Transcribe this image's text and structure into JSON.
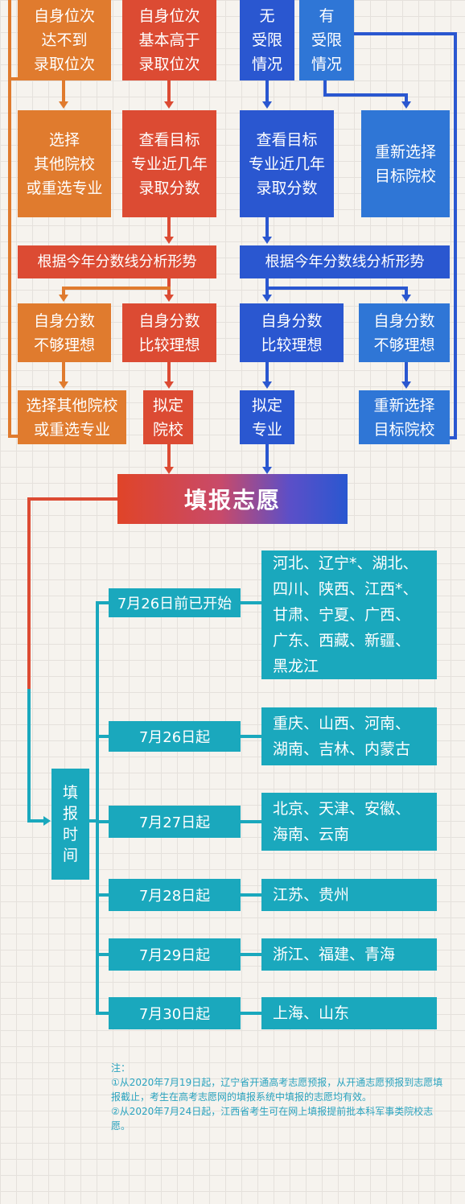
{
  "flow": {
    "rank_below": "自身位次\n达不到\n录取位次",
    "rank_above": "自身位次\n基本高于\n录取位次",
    "no_limit": "无\n受限\n情况",
    "has_limit": "有\n受限\n情况",
    "choose_other": "选择\n其他院校\n或重选专业",
    "view_scores_school": "查看目标\n专业近几年\n录取分数",
    "view_scores_major": "查看目标\n专业近几年\n录取分数",
    "reselect_school_top": "重新选择\n目标院校",
    "analyze_left": "根据今年分数线分析形势",
    "analyze_right": "根据今年分数线分析形势",
    "score_not_ideal_left": "自身分数\n不够理想",
    "score_ideal_left": "自身分数\n比较理想",
    "score_ideal_right": "自身分数\n比较理想",
    "score_not_ideal_right": "自身分数\n不够理想",
    "choose_other_bottom": "选择其他院校\n或重选专业",
    "draft_school": "拟定\n院校",
    "draft_major": "拟定\n专业",
    "reselect_school_bottom": "重新选择\n目标院校"
  },
  "fill_title": "填报志愿",
  "timeline_label": "填\n报\n时\n间",
  "timeline": [
    {
      "date": "7月26日前已开始",
      "provinces": "河北、辽宁*、湖北、\n四川、陕西、江西*、\n甘肃、宁夏、广西、\n广东、西藏、新疆、\n黑龙江"
    },
    {
      "date": "7月26日起",
      "provinces": "重庆、山西、河南、\n湖南、吉林、内蒙古"
    },
    {
      "date": "7月27日起",
      "provinces": "北京、天津、安徽、\n海南、云南"
    },
    {
      "date": "7月28日起",
      "provinces": "江苏、贵州"
    },
    {
      "date": "7月29日起",
      "provinces": "浙江、福建、青海"
    },
    {
      "date": "7月30日起",
      "provinces": "上海、山东"
    }
  ],
  "notes": {
    "heading": "注：",
    "note1": "①从2020年7月19日起，辽宁省开通高考志愿预报，从开通志愿预报到志愿填报截止，考生在高考志愿网的填报系统中填报的志愿均有效。",
    "note2": "②从2020年7月24日起，江西省考生可在网上填报提前批本科军事类院校志愿。"
  },
  "colors": {
    "orange": "#e07b2e",
    "red": "#dc4b33",
    "blue": "#2a57d0",
    "light_blue": "#2f76d6",
    "teal": "#1aa8bd"
  }
}
